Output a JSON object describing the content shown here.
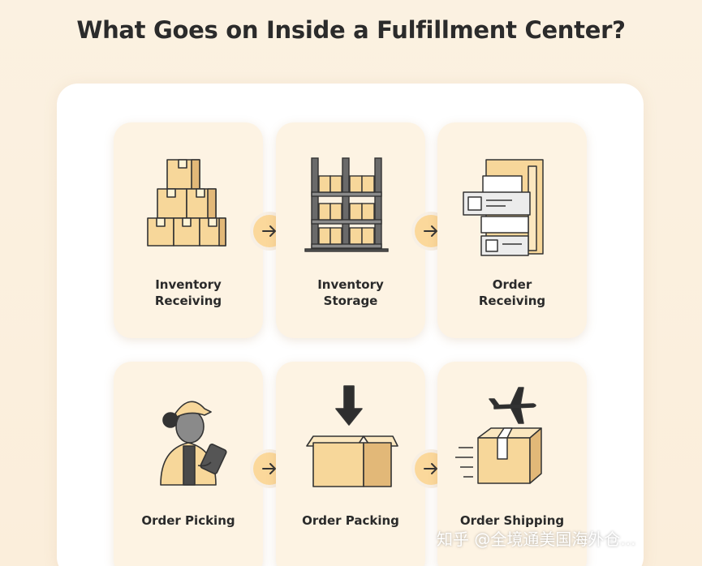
{
  "title": "What Goes on Inside a Fulfillment Center?",
  "colors": {
    "background": "#fbf1e1",
    "card": "#fdf3e3",
    "box_fill": "#f7d79a",
    "box_shade": "#e2b878",
    "arrow_circle": "#fbd89b",
    "ink": "#2a2a2a"
  },
  "steps": [
    {
      "label": "Inventory\nReceiving",
      "icon": "stacked-boxes-icon"
    },
    {
      "label": "Inventory\nStorage",
      "icon": "warehouse-shelf-icon"
    },
    {
      "label": "Order\nReceiving",
      "icon": "order-forms-icon"
    },
    {
      "label": "Order Picking",
      "icon": "worker-clipboard-icon"
    },
    {
      "label": "Order Packing",
      "icon": "open-box-down-arrow-icon"
    },
    {
      "label": "Order Shipping",
      "icon": "airplane-package-icon"
    }
  ],
  "watermark": "知乎 @全境通美国海外仓..."
}
